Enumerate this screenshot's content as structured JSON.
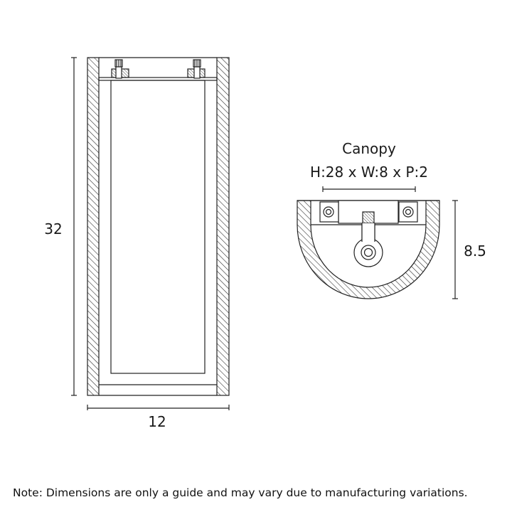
{
  "side_view": {
    "height_label": "32",
    "width_label": "12"
  },
  "canopy": {
    "title": "Canopy",
    "dimensions": "H:28 x W:8 x P:2",
    "depth_label": "8.5"
  },
  "note": "Note: Dimensions are only a guide and may vary due to manufacturing variations."
}
